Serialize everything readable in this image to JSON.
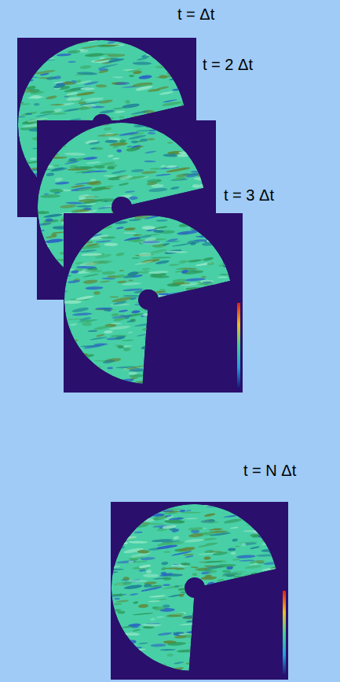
{
  "diagram": {
    "labels": [
      "t = Δt",
      "t = 2 Δt",
      "t = 3 Δt",
      "t = N Δt"
    ]
  }
}
